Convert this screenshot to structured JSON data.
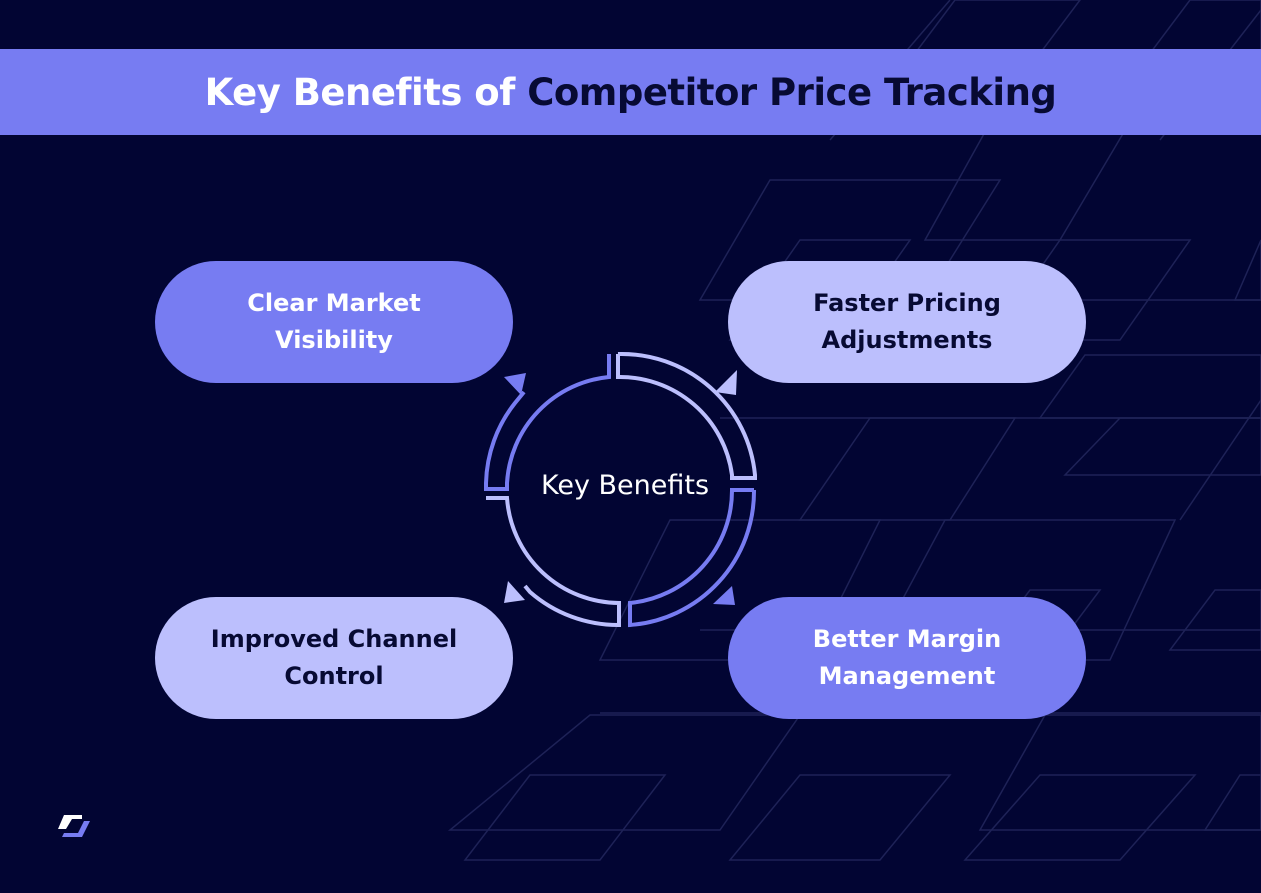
{
  "header": {
    "title_part1": "Key Benefits of",
    "title_part2": "Competitor Price Tracking"
  },
  "diagram": {
    "center_label": "Key Benefits",
    "benefits": [
      {
        "line1": "Clear Market",
        "line2": "Visibility",
        "position": "top-left",
        "style": "dark"
      },
      {
        "line1": "Faster Pricing",
        "line2": "Adjustments",
        "position": "top-right",
        "style": "light"
      },
      {
        "line1": "Improved Channel",
        "line2": "Control",
        "position": "bottom-left",
        "style": "light"
      },
      {
        "line1": "Better Margin",
        "line2": "Management",
        "position": "bottom-right",
        "style": "dark"
      }
    ]
  },
  "colors": {
    "background": "#020533",
    "accent": "#777cf2",
    "accent_light": "#bcbffd",
    "text_dark": "#070a33",
    "grid_line": "#1e2257"
  },
  "logo": {
    "icon": "brand-logo-icon"
  }
}
